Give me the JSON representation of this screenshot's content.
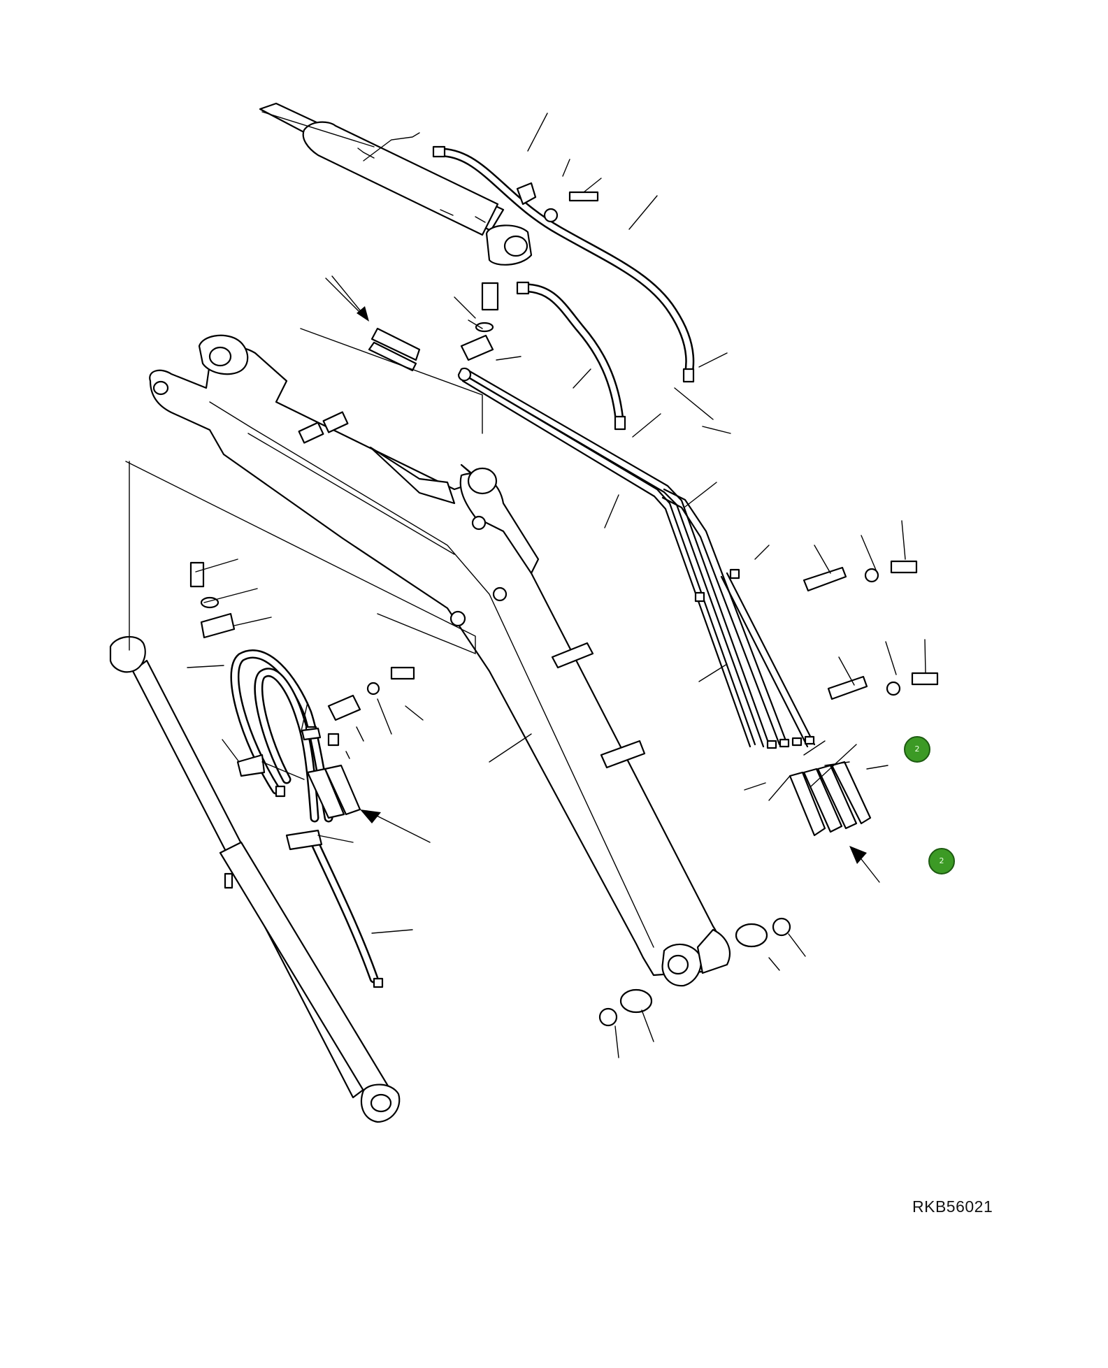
{
  "diagram": {
    "drawing_code": "RKB56021",
    "callout_markers": [
      {
        "label": "2",
        "color": "#3c9a25"
      },
      {
        "label": "2",
        "color": "#3c9a25"
      }
    ]
  }
}
